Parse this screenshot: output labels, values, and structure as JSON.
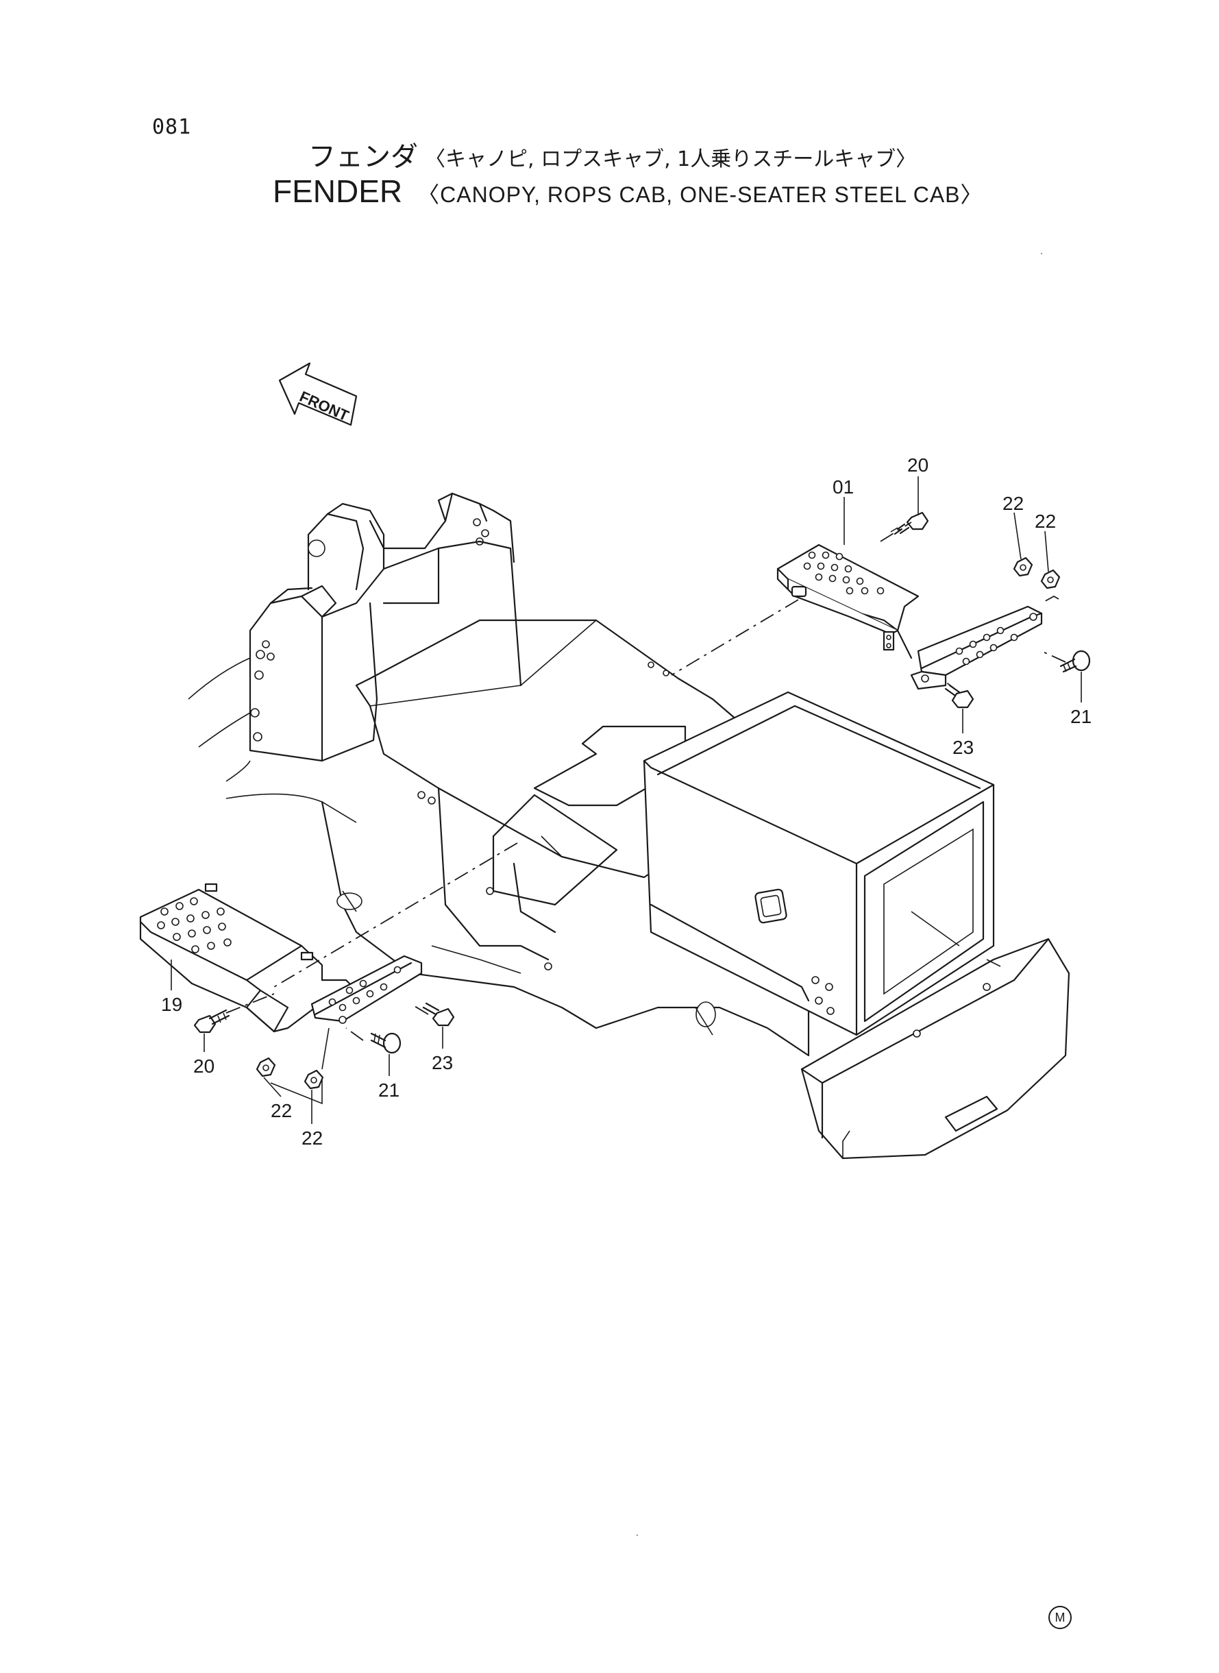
{
  "page": {
    "number": "081"
  },
  "title": {
    "jp_main": "フェンダ",
    "jp_sub": "〈キャノピ, ロプスキャブ, 1人乗りスチールキャブ〉",
    "en_main": "FENDER",
    "en_sub": "〈CANOPY, ROPS CAB, ONE-SEATER STEEL CAB〉"
  },
  "front_arrow": {
    "text": "FRONT"
  },
  "callouts": {
    "part_01": "01",
    "part_19": "19",
    "part_20_upper": "20",
    "part_20_lower": "20",
    "part_21_upper": "21",
    "part_21_lower": "21",
    "part_22_upper_a": "22",
    "part_22_upper_b": "22",
    "part_22_lower_a": "22",
    "part_22_lower_b": "22",
    "part_23_upper": "23",
    "part_23_lower": "23"
  },
  "footer_mark": "M"
}
